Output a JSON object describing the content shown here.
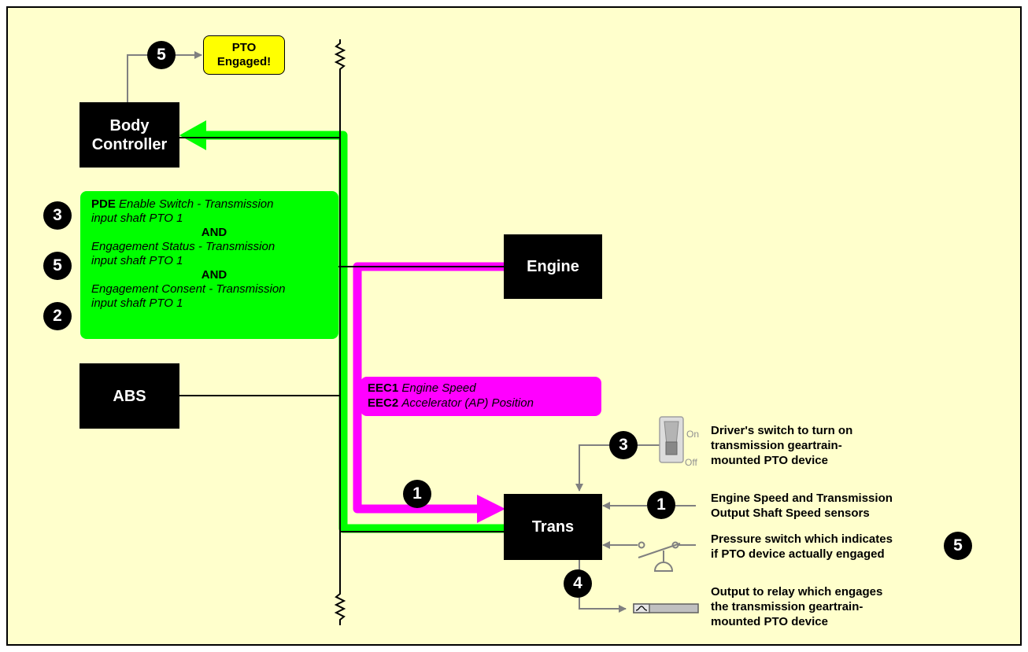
{
  "colors": {
    "background": "#ffffcc",
    "frame": "#000000",
    "can_message_green": "#00ff00",
    "engine_message_magenta": "#ff00ff",
    "alert_yellow": "#ffff00",
    "wire_gray": "#808080"
  },
  "nodes": {
    "body_controller": [
      "Body",
      "Controller"
    ],
    "engine": "Engine",
    "abs": "ABS",
    "trans": "Trans"
  },
  "alert": {
    "badge": "5",
    "text": [
      "PTO",
      "Engaged!"
    ]
  },
  "green_message": {
    "badges": [
      "3",
      "5",
      "2"
    ],
    "line1_code": "PDE",
    "line1_text": "Enable Switch - Transmission",
    "line2": "input shaft PTO 1",
    "and1": "AND",
    "line3": "Engagement Status - Transmission",
    "line4": "input shaft PTO 1",
    "and2": "AND",
    "line5": "Engagement Consent - Transmission",
    "line6": "input shaft PTO 1"
  },
  "magenta_message": {
    "line1_code": "EEC1",
    "line1_text": "Engine Speed",
    "line2_code": "EEC2",
    "line2_text": "Accelerator (AP) Position"
  },
  "magenta_arrow_badge": "1",
  "switch": {
    "badge": "3",
    "on_label": "On",
    "off_label": "Off",
    "description": [
      "Driver's switch to turn on",
      "transmission geartrain-",
      "mounted PTO device"
    ]
  },
  "sensors": {
    "badge": "1",
    "description": [
      "Engine Speed and Transmission",
      "Output Shaft Speed sensors"
    ]
  },
  "pressure_switch": {
    "badge": "5",
    "description": [
      "Pressure switch which indicates",
      "if PTO device actually engaged"
    ]
  },
  "relay": {
    "badge": "4",
    "description": [
      "Output to relay which engages",
      "the transmission geartrain-",
      "mounted PTO device"
    ]
  },
  "icons": [
    "toggle-switch-icon",
    "pressure-switch-icon",
    "relay-icon",
    "bus-break-icon"
  ]
}
